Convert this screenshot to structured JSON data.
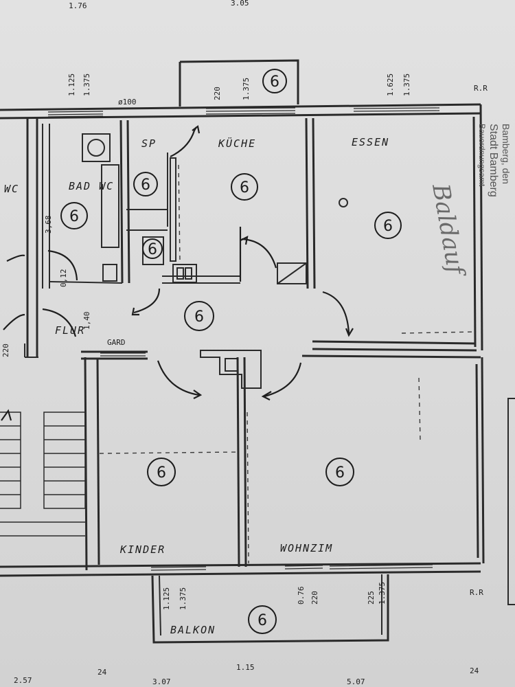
{
  "rooms": {
    "kueche": {
      "label": "KÜCHE",
      "number": "6"
    },
    "essen": {
      "label": "ESSEN",
      "number": "6"
    },
    "bad_wc": {
      "label": "BAD WC",
      "number": "6"
    },
    "wc": {
      "label": "WC"
    },
    "sp": {
      "label": "SP",
      "number": "6"
    },
    "abst": {
      "number": "6"
    },
    "flur": {
      "label": "FLUR",
      "number": "6"
    },
    "garderobe": {
      "label": "GARD"
    },
    "kinder": {
      "label": "KINDER",
      "number": "6"
    },
    "wohnzim": {
      "label": "WOHNZIM",
      "number": "6"
    },
    "balkon": {
      "label": "BALKON",
      "number": "6"
    },
    "balkon_top": {
      "number": "6"
    }
  },
  "dimensions": {
    "top_176": "1.76",
    "top_305": "3.05",
    "d_100": "ø100",
    "bad_368": "3,68",
    "flur_140": "1,40",
    "bad_012": "0,12",
    "left_220": "220",
    "window_bad_1": "1.125",
    "window_bad_2": "1.375",
    "window_top_1": "220",
    "window_top_2": "1.375",
    "window_essen_1": "1.625",
    "window_essen_2": "1.375",
    "balkon_win_1": "1.125",
    "balkon_win_2": "1.375",
    "balkon_mid_1": "0.76",
    "balkon_mid_2": "220",
    "balkon_right_1": "225",
    "balkon_right_2": "1.375",
    "bottom_257": "2.57",
    "bottom_24a": "24",
    "bottom_307": "3.07",
    "bottom_115": "1.15",
    "bottom_507": "5.07",
    "bottom_24b": "24",
    "rr_top": "R.R",
    "rr_bottom": "R.R"
  },
  "stamp": {
    "line1": "Bamberg, den",
    "line2": "Stadt Bamberg",
    "line3": "Bauordnungsamt",
    "signature": "Baldauf"
  }
}
